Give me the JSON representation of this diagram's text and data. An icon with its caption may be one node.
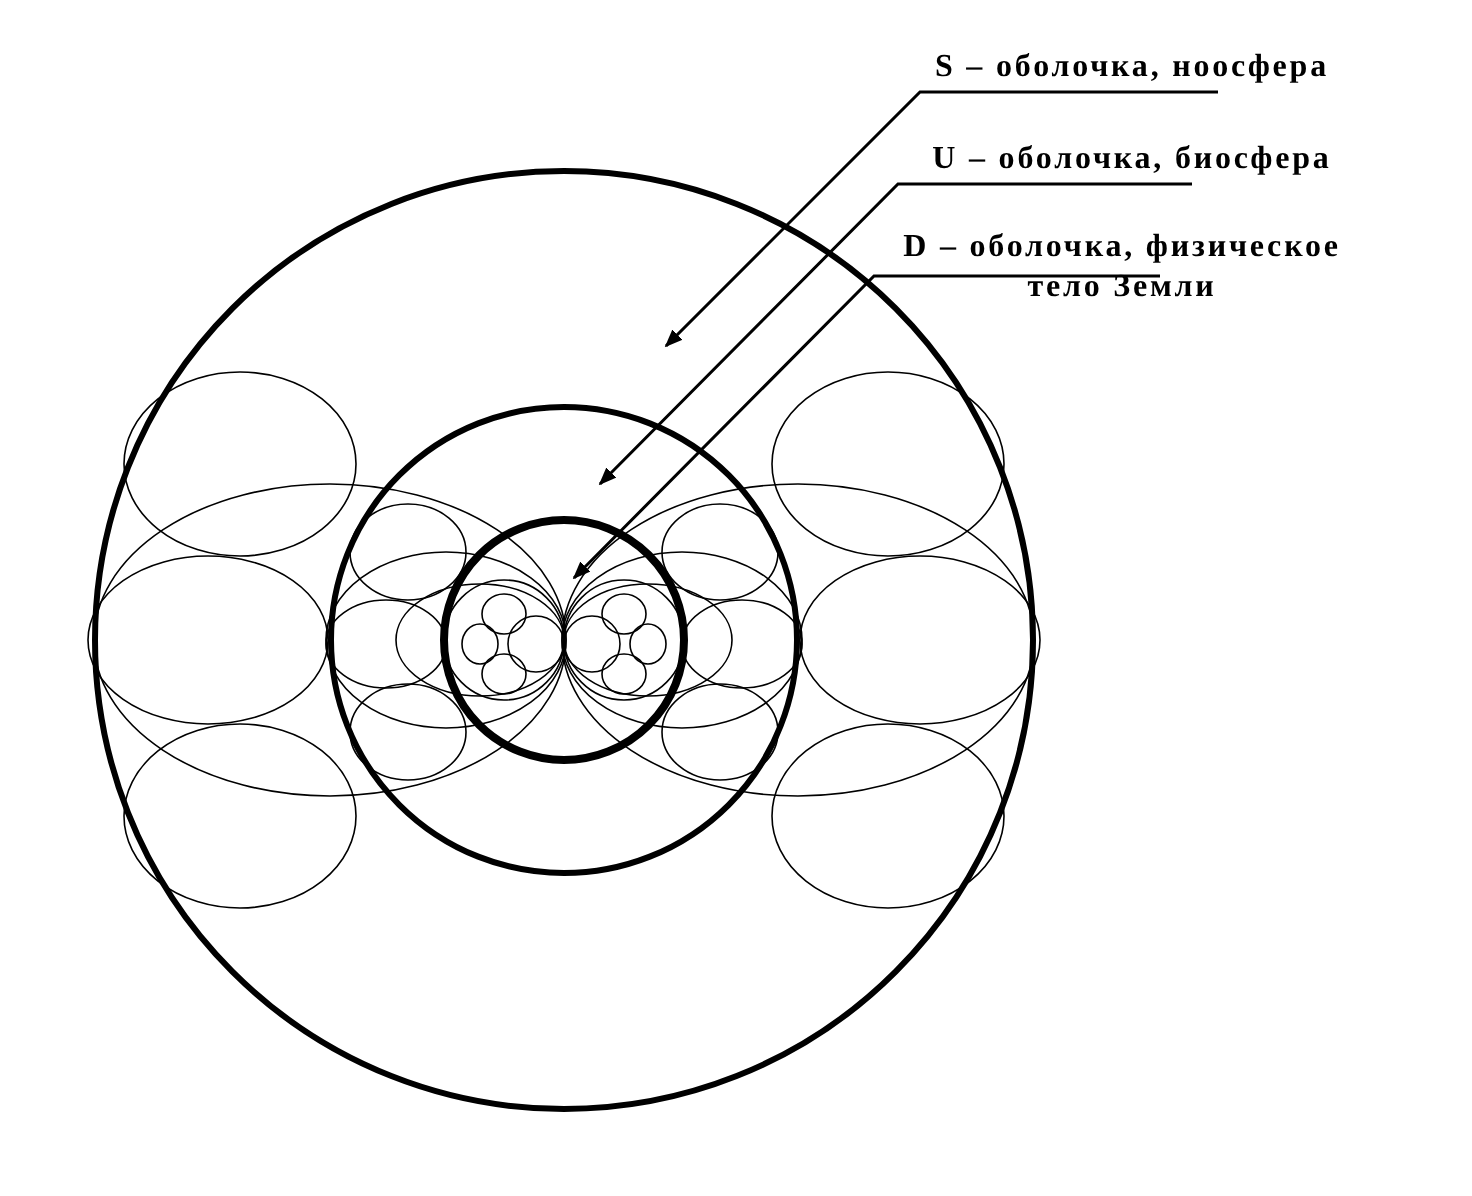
{
  "diagram": {
    "nodes": [
      {
        "text": [
          "S – оболочка, ноосфера"
        ]
      },
      {
        "text": [
          "U – оболочка, биосфера"
        ]
      },
      {
        "text": [
          "D – оболочка, физическое тело Земли"
        ]
      },
      {
        "text": [],
        "shape": "circle"
      },
      {
        "text": [],
        "shape": "circle",
        "in": 3
      },
      {
        "text": [],
        "shape": "circle",
        "in": 4
      }
    ],
    "edges": [
      {
        "from": 0,
        "to": 3,
        "arrow": "to"
      },
      {
        "from": 1,
        "to": 4,
        "arrow": "to"
      },
      {
        "from": 2,
        "to": 5,
        "arrow": "to"
      }
    ]
  }
}
